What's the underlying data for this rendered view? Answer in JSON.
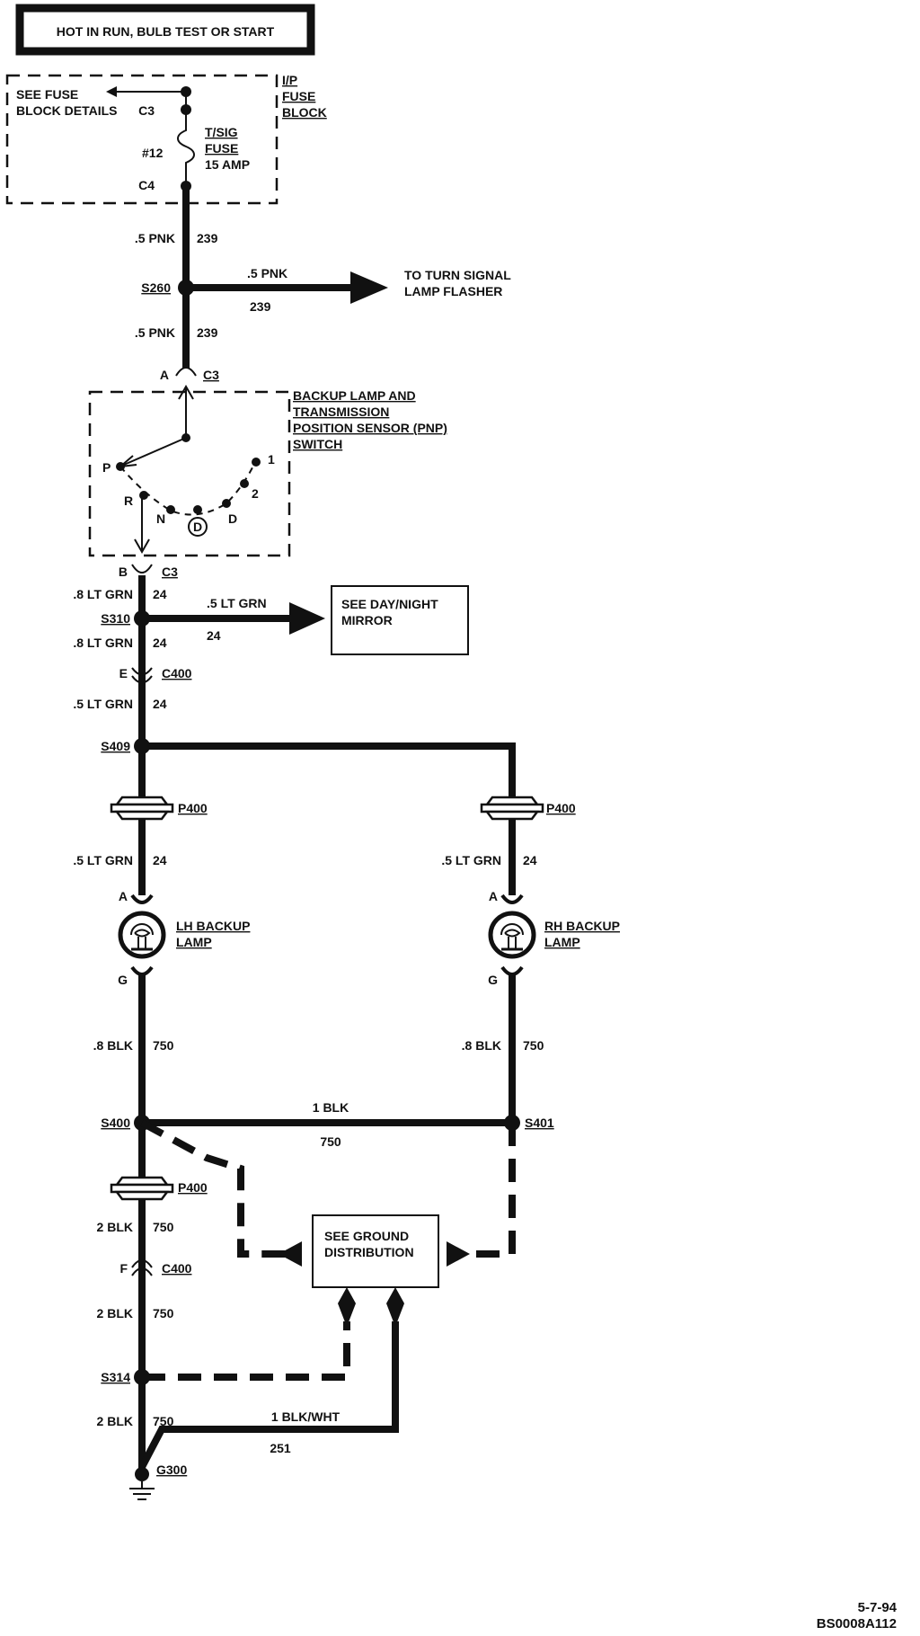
{
  "header": {
    "title": "HOT IN RUN, BULB TEST OR START"
  },
  "fuse_block": {
    "see_details": [
      "SEE FUSE",
      "BLOCK DETAILS"
    ],
    "name": [
      "I/P",
      "FUSE",
      "BLOCK"
    ],
    "pin_top": "C3",
    "pin_bottom": "C4",
    "fuse_number": "#12",
    "fuse_name": [
      "T/SIG",
      "FUSE"
    ],
    "fuse_rating": "15 AMP"
  },
  "wires": {
    "w1": {
      "gauge": ".5 PNK",
      "circuit": "239"
    },
    "w2": {
      "gauge": ".5 PNK",
      "circuit": "239"
    },
    "w3": {
      "gauge": ".5 PNK",
      "circuit": "239"
    },
    "w4": {
      "gauge": ".8 LT GRN",
      "circuit": "24"
    },
    "w5": {
      "gauge": ".5 LT GRN",
      "circuit": "24"
    },
    "w6": {
      "gauge": ".8 LT GRN",
      "circuit": "24"
    },
    "w7": {
      "gauge": ".5 LT GRN",
      "circuit": "24"
    },
    "w8": {
      "gauge": ".5 LT GRN",
      "circuit": "24"
    },
    "w9": {
      "gauge": ".5 LT GRN",
      "circuit": "24"
    },
    "w10": {
      "gauge": ".8 BLK",
      "circuit": "750"
    },
    "w11": {
      "gauge": ".8 BLK",
      "circuit": "750"
    },
    "w12": {
      "gauge": "1 BLK",
      "circuit": "750"
    },
    "w13": {
      "gauge": "2 BLK",
      "circuit": "750"
    },
    "w14": {
      "gauge": "2 BLK",
      "circuit": "750"
    },
    "w15": {
      "gauge": "2 BLK",
      "circuit": "750"
    },
    "w16": {
      "gauge": "1 BLK/WHT",
      "circuit": "251"
    }
  },
  "splices": {
    "s260": "S260",
    "s310": "S310",
    "s409": "S409",
    "s400": "S400",
    "s401": "S401",
    "s314": "S314"
  },
  "destinations": {
    "turn_signal": [
      "TO TURN SIGNAL",
      "LAMP FLASHER"
    ],
    "mirror": [
      "SEE DAY/NIGHT",
      "MIRROR"
    ],
    "ground_dist": [
      "SEE GROUND",
      "DISTRIBUTION"
    ]
  },
  "connectors": {
    "c3_top_pin": "A",
    "c3_top": "C3",
    "c3_bottom_pin": "B",
    "c3_bottom": "C3",
    "c400_top_pin": "E",
    "c400_top": "C400",
    "c400_bottom_pin": "F",
    "c400_bottom": "C400",
    "p400_left": "P400",
    "p400_right": "P400",
    "p400_ground": "P400",
    "lh_pin_top": "A",
    "lh_pin_bottom": "G",
    "rh_pin_top": "A",
    "rh_pin_bottom": "G"
  },
  "switch": {
    "name": [
      "BACKUP LAMP AND",
      "TRANSMISSION",
      "POSITION SENSOR (PNP)",
      "SWITCH"
    ],
    "pos_p": "P",
    "pos_r": "R",
    "pos_n": "N",
    "pos_d_circled": "D",
    "pos_d": "D",
    "pos_2": "2",
    "pos_1": "1"
  },
  "lamps": {
    "lh": [
      "LH BACKUP",
      "LAMP"
    ],
    "rh": [
      "RH BACKUP",
      "LAMP"
    ]
  },
  "ground": {
    "name": "G300"
  },
  "footer": {
    "date": "5-7-94",
    "code": "BS0008A112"
  }
}
